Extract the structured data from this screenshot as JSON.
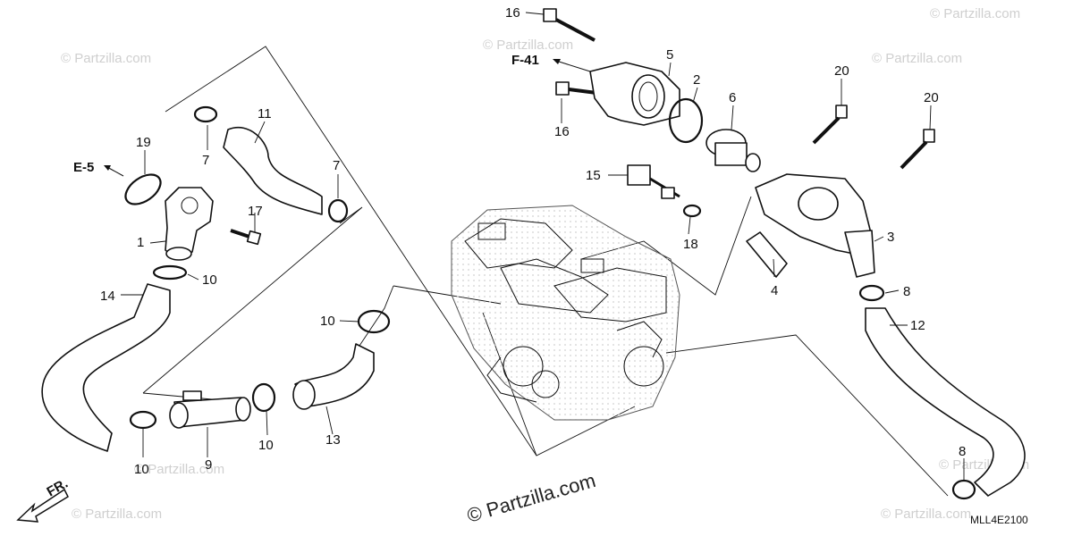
{
  "watermark": {
    "small_text": "© Partzilla.com",
    "big_text": "© Partzilla.com"
  },
  "diagram_code": "MLL4E2100",
  "front_marker": "FR.",
  "references": {
    "e5": "E-5",
    "f41": "F-41"
  },
  "callouts": {
    "c1": "1",
    "c2": "2",
    "c3": "3",
    "c4": "4",
    "c5": "5",
    "c6": "6",
    "c7a": "7",
    "c7b": "7",
    "c8a": "8",
    "c8b": "8",
    "c9": "9",
    "c10a": "10",
    "c10b": "10",
    "c10c": "10",
    "c10d": "10",
    "c11": "11",
    "c12": "12",
    "c13": "13",
    "c14": "14",
    "c15": "15",
    "c16a": "16",
    "c16b": "16",
    "c17": "17",
    "c18": "18",
    "c19": "19",
    "c20a": "20",
    "c20b": "20"
  },
  "colors": {
    "line": "#111111",
    "watermark": "#cfcfcf",
    "engine_dots": "#d9d9d9"
  }
}
